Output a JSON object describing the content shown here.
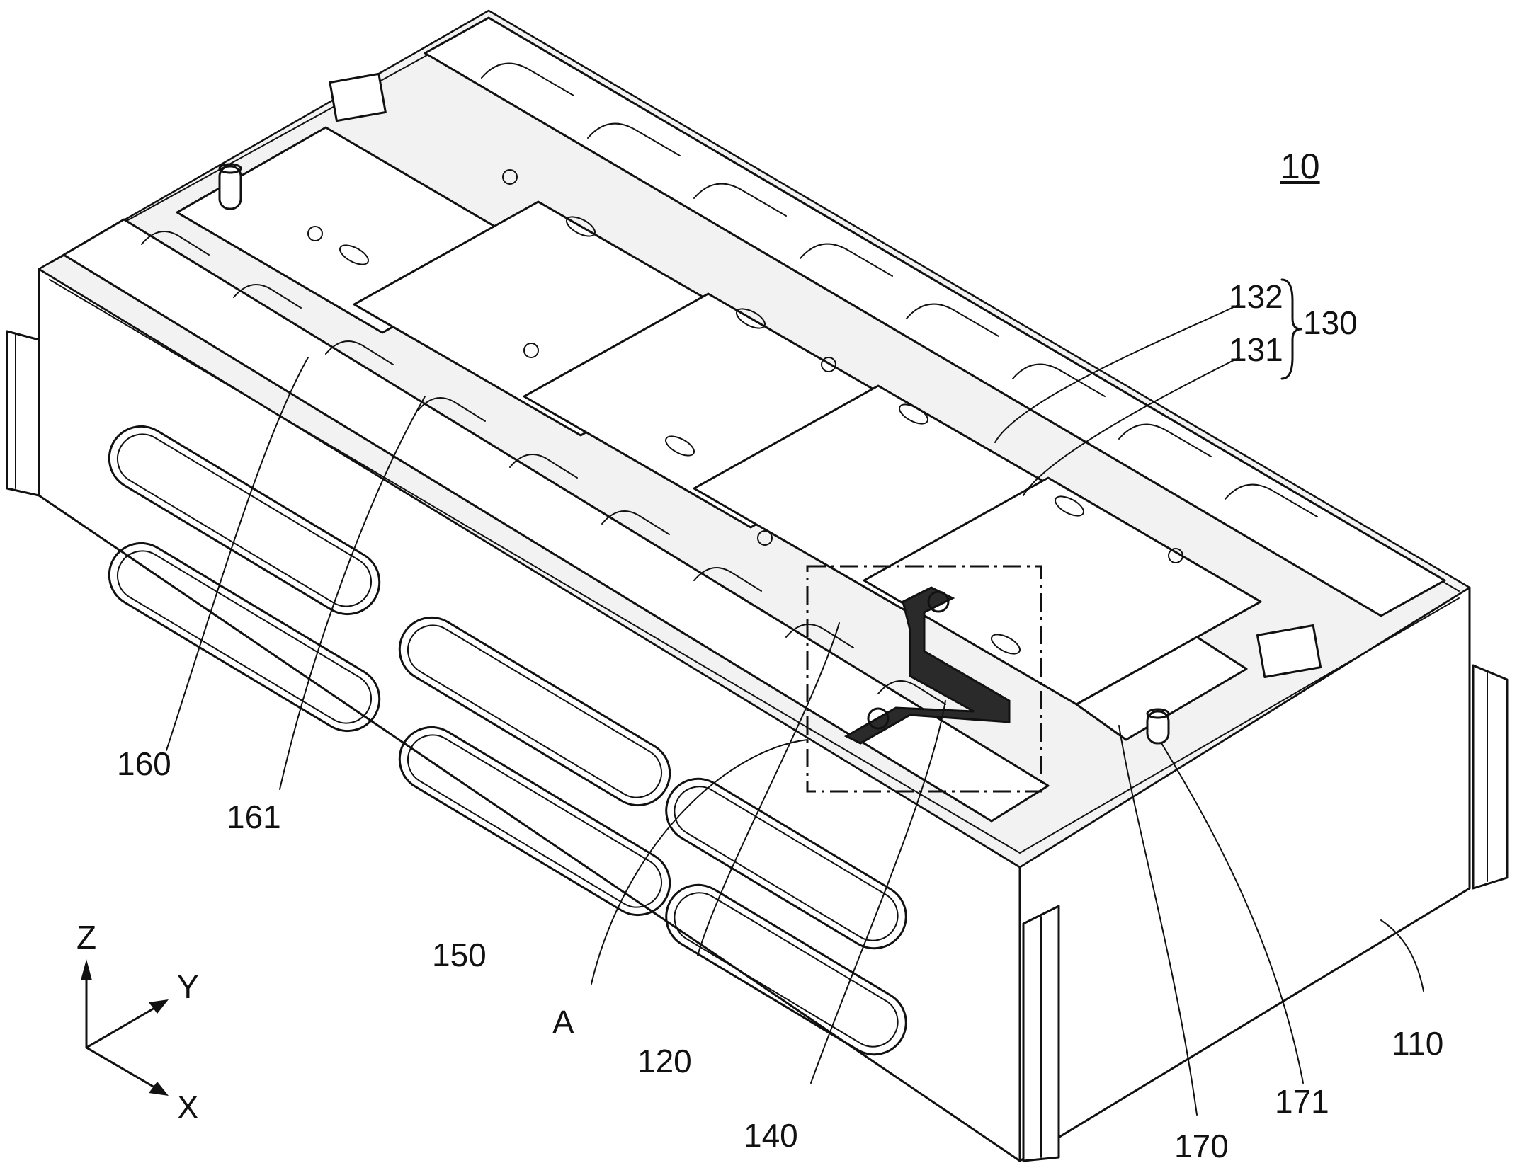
{
  "figure": {
    "title_ref": "10",
    "labels": {
      "l160": "160",
      "l161": "161",
      "l150": "150",
      "lA": "A",
      "l120": "120",
      "l140": "140",
      "l170": "170",
      "l171": "171",
      "l110": "110",
      "l132": "132",
      "l131": "131",
      "l130": "130"
    },
    "axes": {
      "z": "Z",
      "y": "Y",
      "x": "X"
    }
  }
}
